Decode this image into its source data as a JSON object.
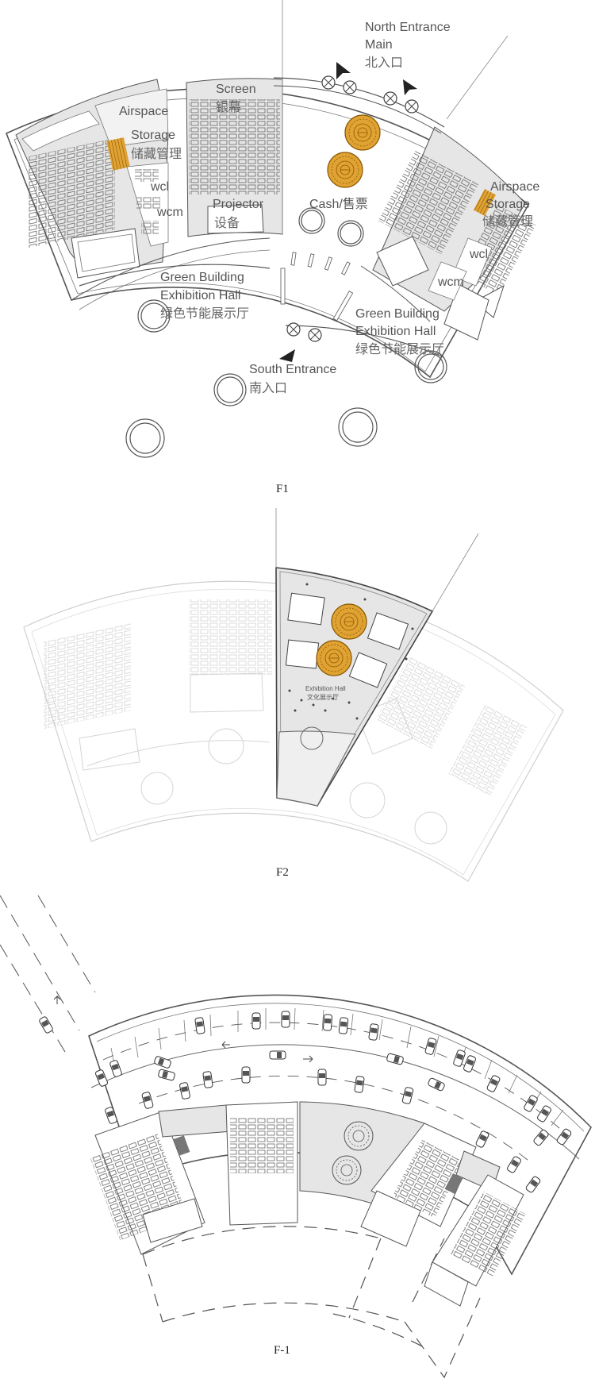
{
  "colors": {
    "stair_gold": "#E0A233",
    "room_gray": "#E6E6E6",
    "line": "#555555",
    "faint_line": "#CFCFCF"
  },
  "f1": {
    "caption": "F1",
    "north_entrance_en": "North Entrance",
    "north_entrance_en2": "Main",
    "north_entrance_cn": "北入口",
    "south_entrance_en": "South Entrance",
    "south_entrance_cn": "南入口",
    "airspace_left": "Airspace",
    "storage_left_en": "Storage",
    "storage_left_cn": "储藏管理",
    "screen_en": "Screen",
    "screen_cn": "银幕",
    "projector_en": "Projector",
    "projector_cn": "设备",
    "wcl_left": "wcl",
    "wcm_left": "wcm",
    "cash": "Cash/售票",
    "airspace_right": "Airspace",
    "storage_right_en": "Storage",
    "storage_right_cn": "储藏管理",
    "wcl_right": "wcl",
    "wcm_right": "wcm",
    "green_left_en1": "Green Building",
    "green_left_en2": "Exhibition Hall",
    "green_left_cn": "绿色节能展示厅",
    "green_right_en1": "Green Building",
    "green_right_en2": "Exhibition Hall",
    "green_right_cn": "绿色节能展示厅"
  },
  "f2": {
    "caption": "F2",
    "exhibition_en": "Exhibition Hall",
    "exhibition_cn": "文化展示厅"
  },
  "fminus1": {
    "caption": "F-1"
  }
}
